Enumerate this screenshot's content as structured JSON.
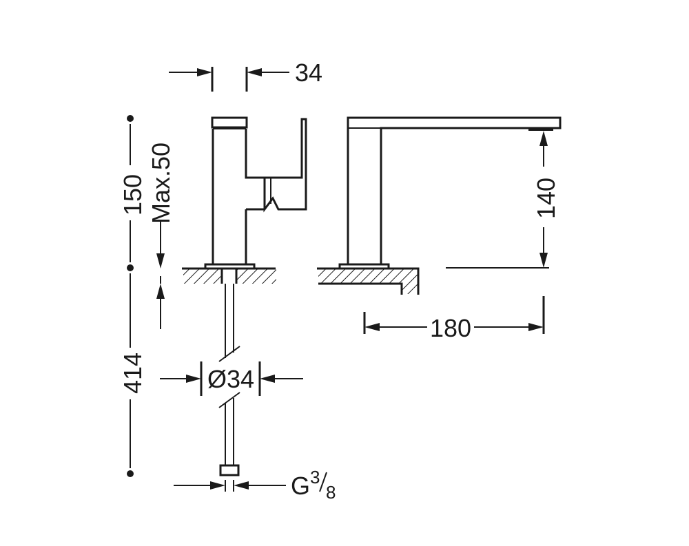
{
  "dimensions": {
    "top_width": "34",
    "total_height": "150",
    "max_deck": "Max.50",
    "below_length": "414",
    "hole_diameter": "Ø34",
    "spout_height": "140",
    "spout_reach": "180",
    "thread_main": "G",
    "thread_num": "3",
    "thread_den": "8"
  },
  "colors": {
    "line": "#1a1a1a",
    "background": "#ffffff"
  }
}
